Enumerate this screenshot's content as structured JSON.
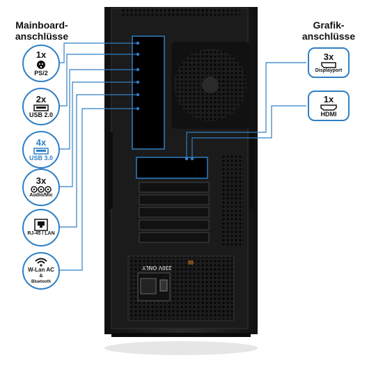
{
  "headings": {
    "mainboard": "Mainboard-\nanschlüsse",
    "grafik": "Grafik-\nanschlüsse"
  },
  "mainboard_ports": [
    {
      "count": "1x",
      "label": "PS/2",
      "icon": "ps2-icon"
    },
    {
      "count": "2x",
      "label": "USB 2.0",
      "icon": "usb-icon"
    },
    {
      "count": "4x",
      "label": "USB 3.0",
      "icon": "usb3-icon",
      "accent": true
    },
    {
      "count": "3x",
      "label": "Audio/Mic",
      "icon": "audio-jack-icon"
    },
    {
      "count": "",
      "label": "RJ-45 / LAN",
      "icon": "ethernet-icon"
    },
    {
      "count": "",
      "label": "W-Lan AC",
      "sublabel": "&",
      "sublabel2": "Bluetooth",
      "icon": "wifi-icon"
    }
  ],
  "graphics_ports": [
    {
      "count": "3x",
      "label": "Displayport",
      "icon": "displayport-icon"
    },
    {
      "count": "1x",
      "label": "HDMI",
      "icon": "hdmi-icon"
    }
  ],
  "psu_label": "230V ONLY",
  "colors": {
    "accent": "#2f7fc4",
    "case": "#1a1a1a"
  }
}
